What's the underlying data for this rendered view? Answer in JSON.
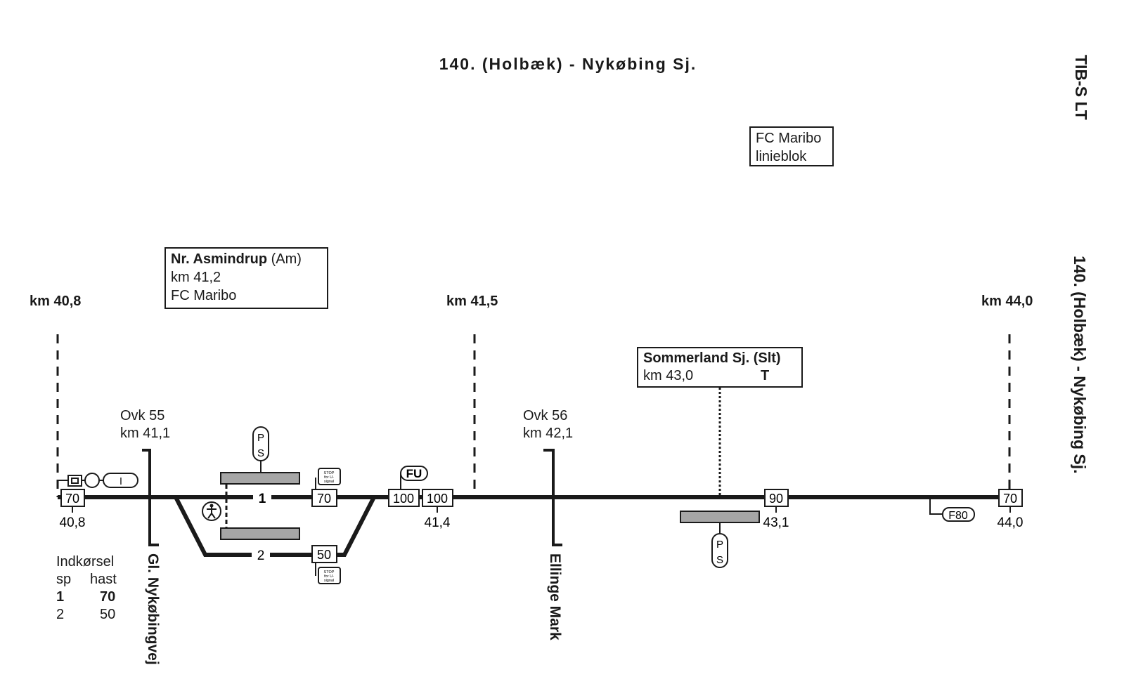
{
  "header": {
    "title": "140. (Holbæk) - Nykøbing Sj.",
    "tag": "TIB-S LT",
    "line_vertical": "140. (Holbæk) - Nykøbing Sj."
  },
  "info_box": {
    "line1": "FC Maribo",
    "line2": "linieblok"
  },
  "stations": [
    {
      "name": "Nr. Asmindrup",
      "code": "(Am)",
      "km": "km 41,2",
      "control": "FC Maribo"
    },
    {
      "name": "Sommerland Sj. (Slt)",
      "km": "km 43,0",
      "marker": "T"
    }
  ],
  "km_markers": [
    "km 40,8",
    "km 41,5",
    "km 44,0"
  ],
  "crossings": [
    {
      "name": "Ovk 55",
      "km": "km 41,1",
      "road": "Gl. Nykøbingvej"
    },
    {
      "name": "Ovk 56",
      "km": "km 42,1",
      "road": "Ellinge Mark"
    }
  ],
  "speed_signs": [
    "70",
    "70",
    "50",
    "100",
    "100",
    "90",
    "70"
  ],
  "tracks": [
    "1",
    "2"
  ],
  "km_labels": [
    "40,8",
    "41,4",
    "43,1",
    "44,0"
  ],
  "symbols": {
    "fu": "FU",
    "f80": "F80",
    "ps_p": "P",
    "ps_s": "S",
    "stop_sign": [
      "STOP",
      "for U-",
      "signal"
    ],
    "signal_i": "I"
  },
  "indkorsel": {
    "title": "Indkørsel",
    "headers": [
      "sp",
      "hast"
    ],
    "rows": [
      [
        "1",
        "70"
      ],
      [
        "2",
        "50"
      ]
    ]
  }
}
